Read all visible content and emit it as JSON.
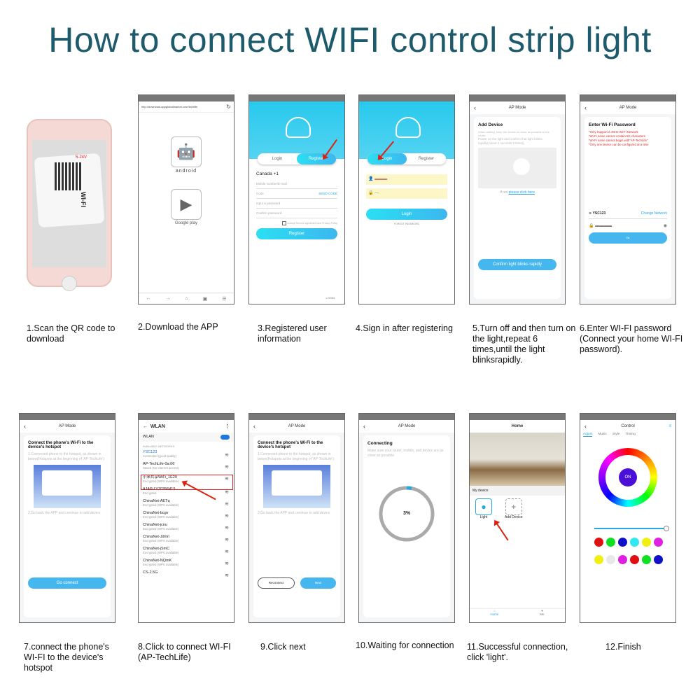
{
  "title": "How to connect WIFI control strip light",
  "steps": [
    {
      "caption": "1.Scan the QR code to download",
      "screen": {
        "qr_label": "WI-FI",
        "voltage": "5-24V"
      }
    },
    {
      "caption": "2.Download the APP",
      "screen": {
        "url": "http://download.appglobalmarket.com/techlife",
        "android": "android",
        "google_play": "Google play"
      }
    },
    {
      "caption": "3.Registered user information",
      "screen": {
        "tab_login": "Login",
        "tab_register": "Register",
        "country": "Canada +1",
        "mobile": "Mobile number/E-mail",
        "code": "Code",
        "send_code": "SEND CODE",
        "password": "Input a password",
        "confirm": "Confirm password",
        "agree": "I accept Service agreement and Privacy Policy",
        "register_btn": "Register",
        "login_link": "LOGIN"
      }
    },
    {
      "caption": "4.Sign in after registering",
      "screen": {
        "tab_login": "Login",
        "tab_register": "Register",
        "login_btn": "Login",
        "forgot": "FORGOT PASSWORD"
      }
    },
    {
      "caption": "5.Turn off and then turn on the light,repeat 6 times,until the light blinksrapidly.",
      "screen": {
        "nav": "AP Mode",
        "heading": "Add Device",
        "desc1": "When adding, keep the device as close as possible to the router.",
        "desc2": "Power on the light and confirm that light blinks rapidly(About 2 seconds 5 times).",
        "if_not": "If not",
        "click_here": "please click here",
        "confirm_btn": "Confirm light blinks rapidly"
      }
    },
    {
      "caption": "6.Enter WI-FI password (Connect your home WI-FI password).",
      "screen": {
        "nav": "AP Mode",
        "heading": "Enter Wi-Fi Password",
        "notes": [
          "*Only Support 2.4GHz Wi-Fi Network",
          "*Wi-Fi name cannot contain 5G characters",
          "*Wi-Fi name cannot begin with\"AP-TechLife\"",
          "*Only one device can be configured at a time"
        ],
        "ssid": "YSC123",
        "change": "Change Network",
        "ok_btn": "Ok"
      }
    },
    {
      "caption": "7.connect the phone's WI-FI to the device's hotspot",
      "screen": {
        "nav": "AP Mode",
        "heading": "Connect the phone's Wi-Fi to the device's hotspot",
        "desc1": "1.Connected phone to the hotspot, as shown in below(Hotspots at the beginning of 'AP-TechLife')",
        "desc2": "2.Go back the APP and continue to add device",
        "go_btn": "Go connect"
      }
    },
    {
      "caption": "8.Click to connect WI-FI (AP-TechLife)",
      "screen": {
        "nav": "WLAN",
        "toggle_label": "WLAN",
        "section": "AVAILABLE NETWORKS",
        "networks": [
          {
            "name": "YSC123",
            "status": "Connected (good quality)"
          },
          {
            "name": "AP-TechLife-0a:06",
            "status": "Saved (No internet access)"
          },
          {
            "name": "小米共享WiFi_1E29",
            "status": "Encrypted (WPS available)"
          },
          {
            "name": "AJAP-LY70356419",
            "status": "Encrypted"
          },
          {
            "name": "ChinaNet-AETq",
            "status": "Encrypted (WPS available)"
          },
          {
            "name": "ChinaNet-bcgv",
            "status": "Encrypted (WPS available)"
          },
          {
            "name": "ChinaNet-jcnu",
            "status": "Encrypted (WPS available)"
          },
          {
            "name": "ChinaNet-Jdmn",
            "status": "Encrypted (WPS available)"
          },
          {
            "name": "ChinaNet-jSmC",
            "status": "Encrypted (WPS available)"
          },
          {
            "name": "ChinaNet-NQmK",
            "status": "Encrypted (WPS available)"
          },
          {
            "name": "CS-2.5G",
            "status": ""
          }
        ]
      }
    },
    {
      "caption": "9.Click next",
      "screen": {
        "nav": "AP Mode",
        "heading": "Connect the phone's Wi-Fi to the device's hotspot",
        "desc1": "1.Connected phone to the hotspot, as shown in below(Hotspots at the beginning of 'AP-TechLife')",
        "desc2": "2.Go back the APP and continue to add device",
        "reconnect": "Reconnect",
        "next": "Next"
      }
    },
    {
      "caption": "10.Waiting for connection",
      "screen": {
        "nav": "AP Mode",
        "heading": "Connecting",
        "desc": "Make sure your router, mobile, and device are as close as possible",
        "progress": "3%",
        "progress_value": 3
      }
    },
    {
      "caption": "11.Successful connection, click 'light'.",
      "screen": {
        "nav": "Home",
        "section": "My device",
        "device": "Light",
        "add": "Add Device",
        "tab_home": "Home",
        "tab_me": "Me"
      }
    },
    {
      "caption": "12.Finish",
      "screen": {
        "nav": "Control",
        "tabs": [
          "Adjust",
          "Music",
          "Style",
          "Timing"
        ],
        "on": "ON",
        "brightness": 0.95,
        "row1": [
          "#e01010",
          "#10e020",
          "#1010c8",
          "#30e8f0",
          "#f0f010",
          "#e020e0"
        ],
        "row2": [
          "#f0f010",
          "#e8e8e8",
          "#e020e0",
          "#e01010",
          "#10e020",
          "#1010c8"
        ]
      }
    }
  ]
}
